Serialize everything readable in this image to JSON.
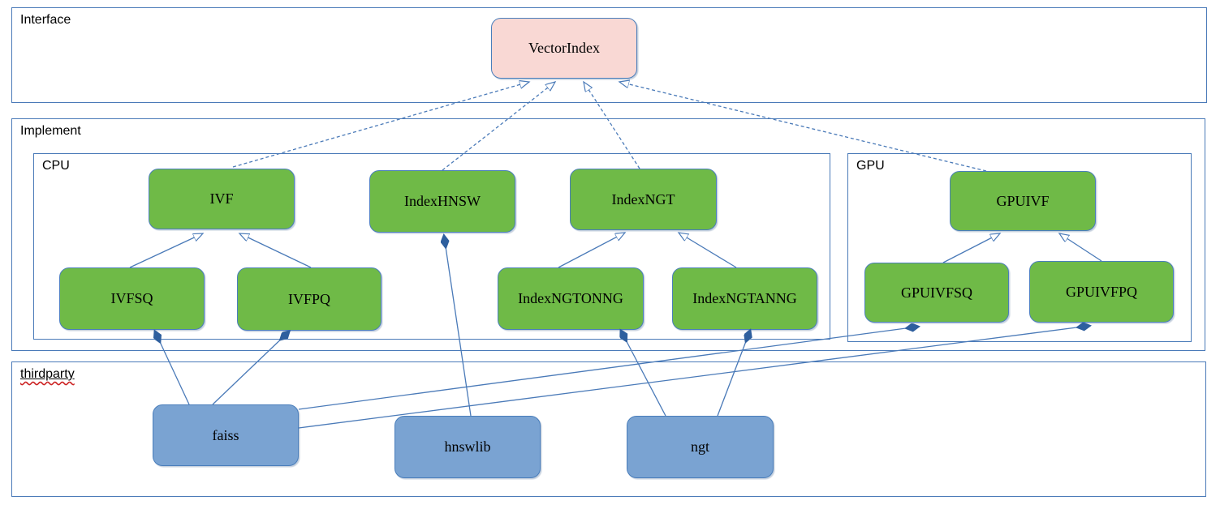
{
  "containers": {
    "interface": {
      "label": "Interface"
    },
    "implement": {
      "label": "Implement"
    },
    "cpu": {
      "label": "CPU"
    },
    "gpu": {
      "label": "GPU"
    },
    "thirdparty": {
      "label": "thirdparty"
    }
  },
  "nodes": {
    "vectorindex": {
      "label": "VectorIndex",
      "kind": "interface"
    },
    "ivf": {
      "label": "IVF",
      "kind": "cpu-class"
    },
    "indexhnsw": {
      "label": "IndexHNSW",
      "kind": "cpu-class"
    },
    "indexngt": {
      "label": "IndexNGT",
      "kind": "cpu-class"
    },
    "ivfsq": {
      "label": "IVFSQ",
      "kind": "cpu-class"
    },
    "ivfpq": {
      "label": "IVFPQ",
      "kind": "cpu-class"
    },
    "indexngtonng": {
      "label": "IndexNGTONNG",
      "kind": "cpu-class"
    },
    "indexngtanng": {
      "label": "IndexNGTANNG",
      "kind": "cpu-class"
    },
    "gpuivf": {
      "label": "GPUIVF",
      "kind": "gpu-class"
    },
    "gpuivfsq": {
      "label": "GPUIVFSQ",
      "kind": "gpu-class"
    },
    "gpuivfpq": {
      "label": "GPUIVFPQ",
      "kind": "gpu-class"
    },
    "faiss": {
      "label": "faiss",
      "kind": "thirdparty-lib"
    },
    "hnswlib": {
      "label": "hnswlib",
      "kind": "thirdparty-lib"
    },
    "ngt": {
      "label": "ngt",
      "kind": "thirdparty-lib"
    }
  },
  "edges": [
    {
      "from": "IVF",
      "to": "VectorIndex",
      "type": "realization",
      "style": "dashed-hollow-arrow"
    },
    {
      "from": "IndexHNSW",
      "to": "VectorIndex",
      "type": "realization",
      "style": "dashed-hollow-arrow"
    },
    {
      "from": "IndexNGT",
      "to": "VectorIndex",
      "type": "realization",
      "style": "dashed-hollow-arrow"
    },
    {
      "from": "GPUIVF",
      "to": "VectorIndex",
      "type": "realization",
      "style": "dashed-hollow-arrow"
    },
    {
      "from": "IVFSQ",
      "to": "IVF",
      "type": "generalization",
      "style": "solid-hollow-arrow"
    },
    {
      "from": "IVFPQ",
      "to": "IVF",
      "type": "generalization",
      "style": "solid-hollow-arrow"
    },
    {
      "from": "IndexNGTONNG",
      "to": "IndexNGT",
      "type": "generalization",
      "style": "solid-hollow-arrow"
    },
    {
      "from": "IndexNGTANNG",
      "to": "IndexNGT",
      "type": "generalization",
      "style": "solid-hollow-arrow"
    },
    {
      "from": "GPUIVFSQ",
      "to": "GPUIVF",
      "type": "generalization",
      "style": "solid-hollow-arrow"
    },
    {
      "from": "GPUIVFPQ",
      "to": "GPUIVF",
      "type": "generalization",
      "style": "solid-hollow-arrow"
    },
    {
      "from": "faiss",
      "to": "IVFSQ",
      "type": "composition",
      "style": "solid-filled-diamond"
    },
    {
      "from": "faiss",
      "to": "IVFPQ",
      "type": "composition",
      "style": "solid-filled-diamond"
    },
    {
      "from": "faiss",
      "to": "GPUIVFSQ",
      "type": "composition",
      "style": "solid-filled-diamond"
    },
    {
      "from": "faiss",
      "to": "GPUIVFPQ",
      "type": "composition",
      "style": "solid-filled-diamond"
    },
    {
      "from": "hnswlib",
      "to": "IndexHNSW",
      "type": "composition",
      "style": "solid-filled-diamond"
    },
    {
      "from": "ngt",
      "to": "IndexNGTONNG",
      "type": "composition",
      "style": "solid-filled-diamond"
    },
    {
      "from": "ngt",
      "to": "IndexNGTANNG",
      "type": "composition",
      "style": "solid-filled-diamond"
    }
  ],
  "colors": {
    "interface_node_fill": "#f9d8d4",
    "class_node_fill": "#6fba47",
    "thirdparty_node_fill": "#7aa3d2",
    "node_border": "#4a7ebb",
    "edge_line": "#4a7ab8",
    "diamond_fill": "#2e5f9e",
    "spellcheck_squiggle": "#cc2222",
    "label_text": "#000000"
  }
}
